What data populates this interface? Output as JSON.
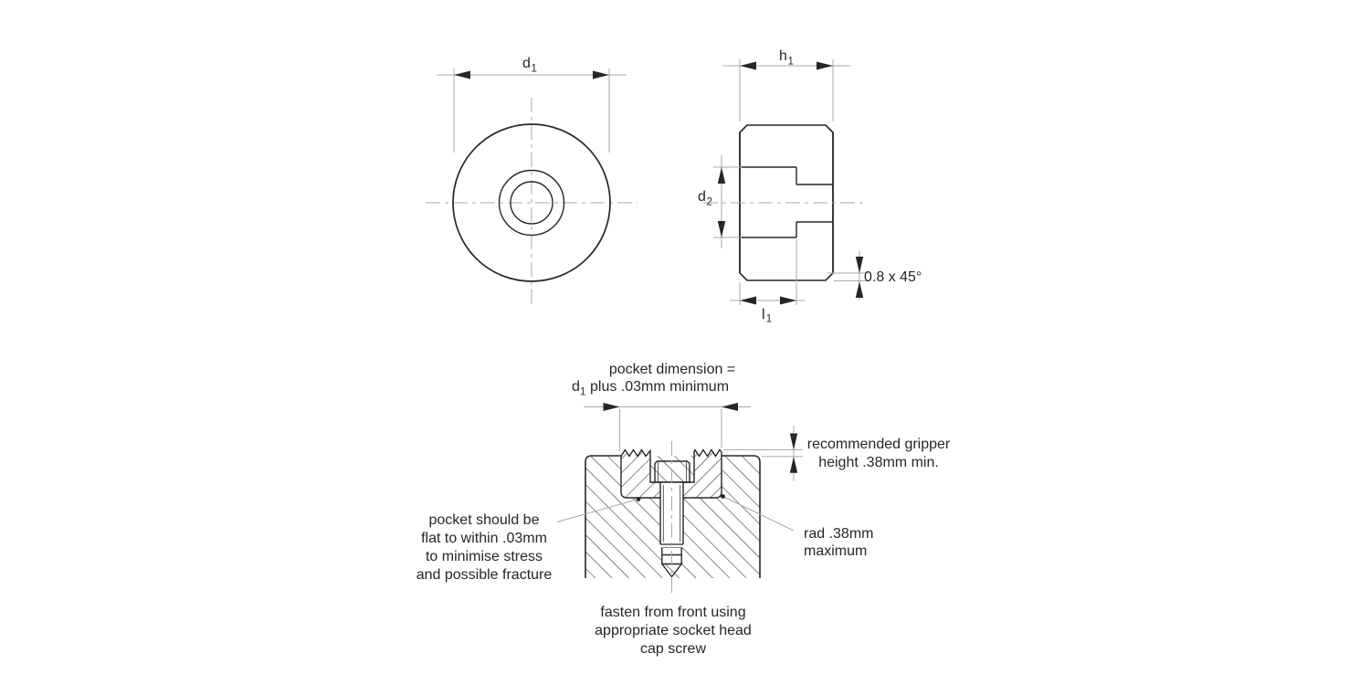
{
  "front_view": {
    "label_d1": {
      "base": "d",
      "sub": "1"
    }
  },
  "section_view": {
    "label_h1": {
      "base": "h",
      "sub": "1"
    },
    "label_d2": {
      "base": "d",
      "sub": "2"
    },
    "label_l1": {
      "base": "l",
      "sub": "1"
    },
    "chamfer_note": "0.8 x 45°"
  },
  "installation_view": {
    "pocket_dim_line1": "pocket dimension =",
    "pocket_dim_line2_base": "d",
    "pocket_dim_line2_sub": "1",
    "pocket_dim_line2_rest": "plus .03mm minimum",
    "gripper_height_note": [
      "recommended gripper",
      "height .38mm min."
    ],
    "flatness_note": [
      "pocket should be",
      "flat to within .03mm",
      "to minimise stress",
      "and possible fracture"
    ],
    "radius_note": [
      "rad .38mm",
      "maximum"
    ],
    "fastening_note": [
      "fasten from front using",
      "appropriate socket head",
      "cap screw"
    ]
  },
  "colors": {
    "outline": "#292526",
    "dimension_line": "#a8aaad",
    "background": "#ffffff"
  }
}
